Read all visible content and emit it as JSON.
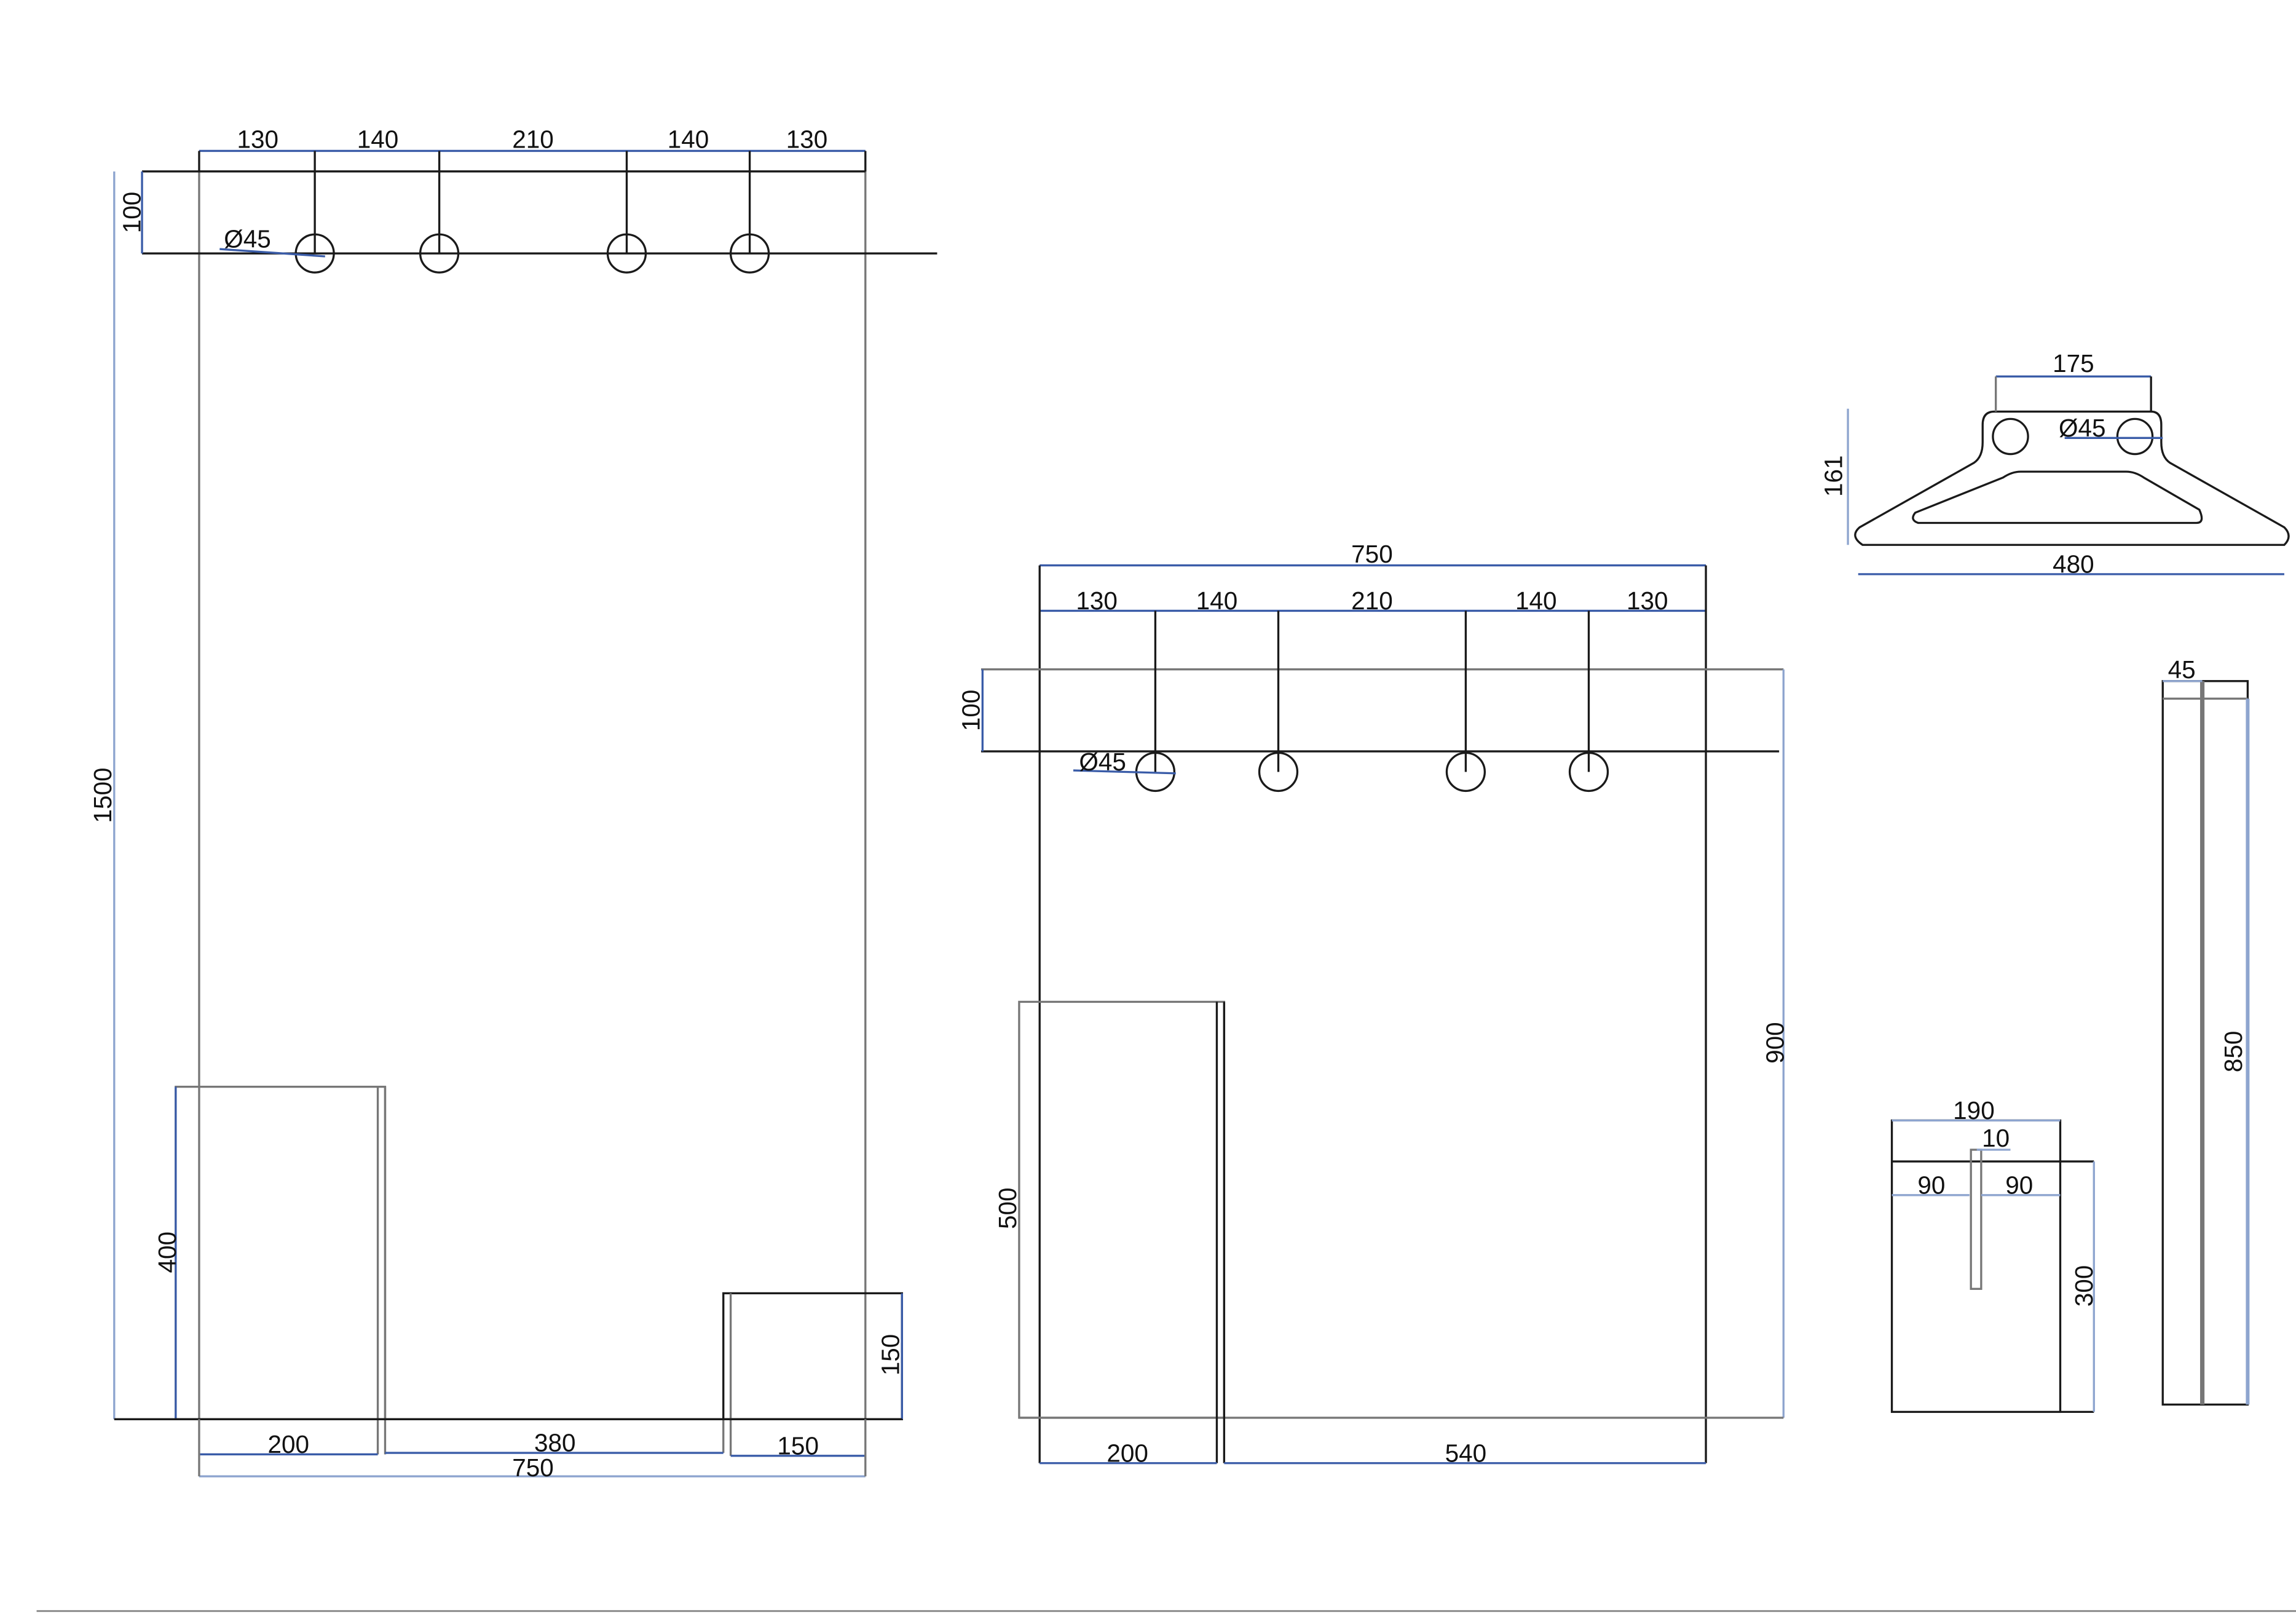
{
  "colors": {
    "line": "#1a1a1a",
    "dimension": "#3a5ca8",
    "dimension_light": "#8ea5cf"
  },
  "front_view": {
    "top_dims": [
      "130",
      "140",
      "210",
      "140",
      "130"
    ],
    "hook_offset": "100",
    "hole_diameter": "Ø45",
    "total_height": "1500",
    "left_panel_height": "400",
    "right_block_height": "150",
    "bottom_dims": [
      "200",
      "380",
      "150"
    ],
    "total_width": "750"
  },
  "side_view": {
    "total_width": "750",
    "top_dims": [
      "130",
      "140",
      "210",
      "140",
      "130"
    ],
    "hook_offset": "100",
    "hole_diameter": "Ø45",
    "height": "900",
    "panel_height": "500",
    "bottom_dims": [
      "200",
      "540"
    ]
  },
  "bracket": {
    "top_width": "175",
    "hole_diameter": "Ø45",
    "height": "161",
    "base_width": "480"
  },
  "slot_part": {
    "width": "190",
    "slot_width": "10",
    "left": "90",
    "right": "90",
    "height": "300"
  },
  "bar": {
    "width": "45",
    "height": "850"
  }
}
